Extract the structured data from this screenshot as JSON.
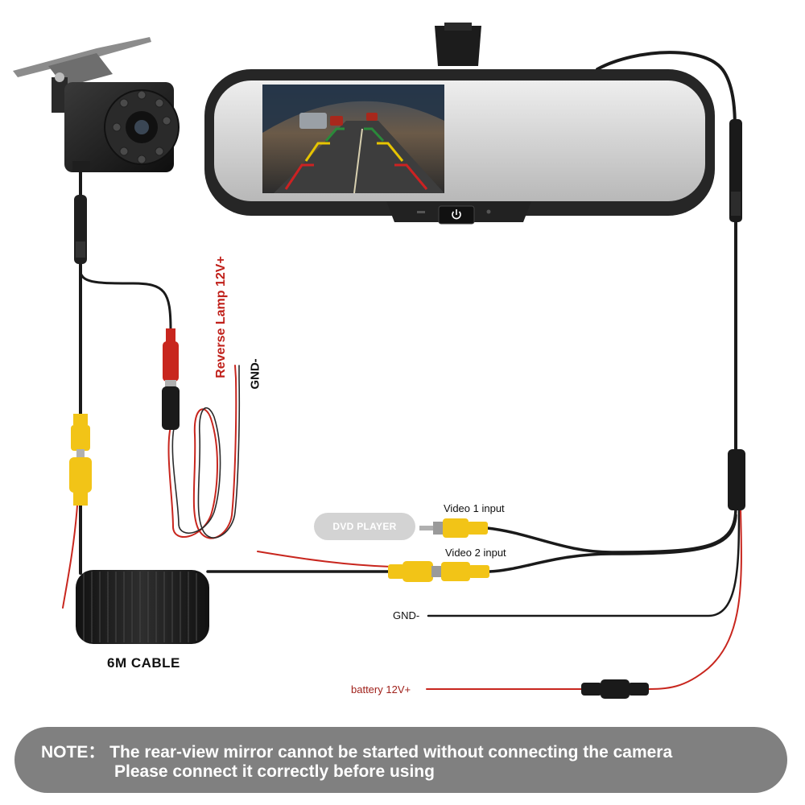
{
  "labels": {
    "reverse_lamp": "Reverse Lamp 12V+",
    "gnd_reverse": "GND-",
    "dvd_player": "DVD PLAYER",
    "video1": "Video 1 input",
    "video2": "Video 2 input",
    "gnd_main": "GND-",
    "battery": "battery 12V+",
    "cable": "6M CABLE"
  },
  "note": {
    "line1": "NOTE： The rear-view mirror cannot be started without connecting the camera",
    "line2": "Please connect it correctly before using"
  },
  "icons": [
    "power-icon",
    "camera-icon",
    "rca-connector-icon"
  ],
  "colors": {
    "wire_black": "#1a1a1a",
    "wire_red": "#c8261e",
    "connector_yellow": "#f2c417",
    "label_red": "#c0201a",
    "note_bg": "#808080",
    "pill_bg": "#d3d3d3"
  }
}
